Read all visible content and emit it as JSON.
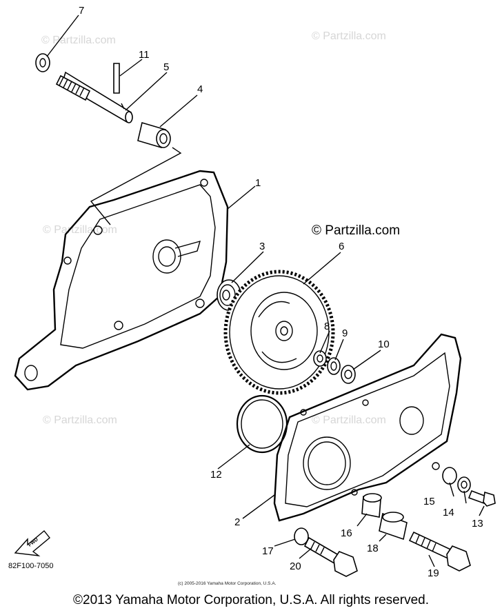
{
  "watermarks": {
    "faint": "© Partzilla.com",
    "dark": "© Partzilla.com"
  },
  "callouts": [
    "1",
    "2",
    "3",
    "4",
    "5",
    "6",
    "7",
    "8",
    "9",
    "10",
    "11",
    "12",
    "13",
    "14",
    "15",
    "16",
    "17",
    "18",
    "19",
    "20"
  ],
  "part_code": "82F100-7050",
  "direction_arrow_label": "FWD",
  "small_copyright": "(c) 2005-2016 Yamaha Motor Corporation, U.S.A.",
  "footer": "©2013 Yamaha Motor Corporation, U.S.A. All rights reserved."
}
